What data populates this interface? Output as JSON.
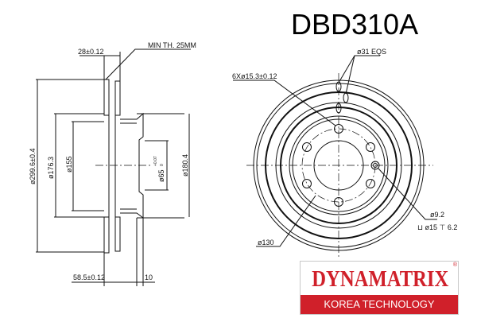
{
  "title": "DBD310A",
  "side_view": {
    "thickness": "28±0.12",
    "min_thickness": "MIN TH. 25MM",
    "outer_diameter": "ø299.6±0.4",
    "d1": "ø176.3",
    "d2": "ø155",
    "center_bore": "ø65",
    "center_bore_tol": "+0.07",
    "center_bore_tol2": "0",
    "hub_diameter": "ø180.4",
    "offset": "58.5±0.12",
    "hub_thickness": "10"
  },
  "front_view": {
    "holes": "6Xø15.3±0.12",
    "vents": "ø31 EQS",
    "pcd": "ø130",
    "small_hole": "ø9.2",
    "counterbore": "⊔ ø15 ⊤ 6.2"
  },
  "logo": {
    "brand": "DYNAMATRIX",
    "registered": "®",
    "tagline": "KOREA TECHNOLOGY",
    "brand_color": "#d0202a"
  }
}
